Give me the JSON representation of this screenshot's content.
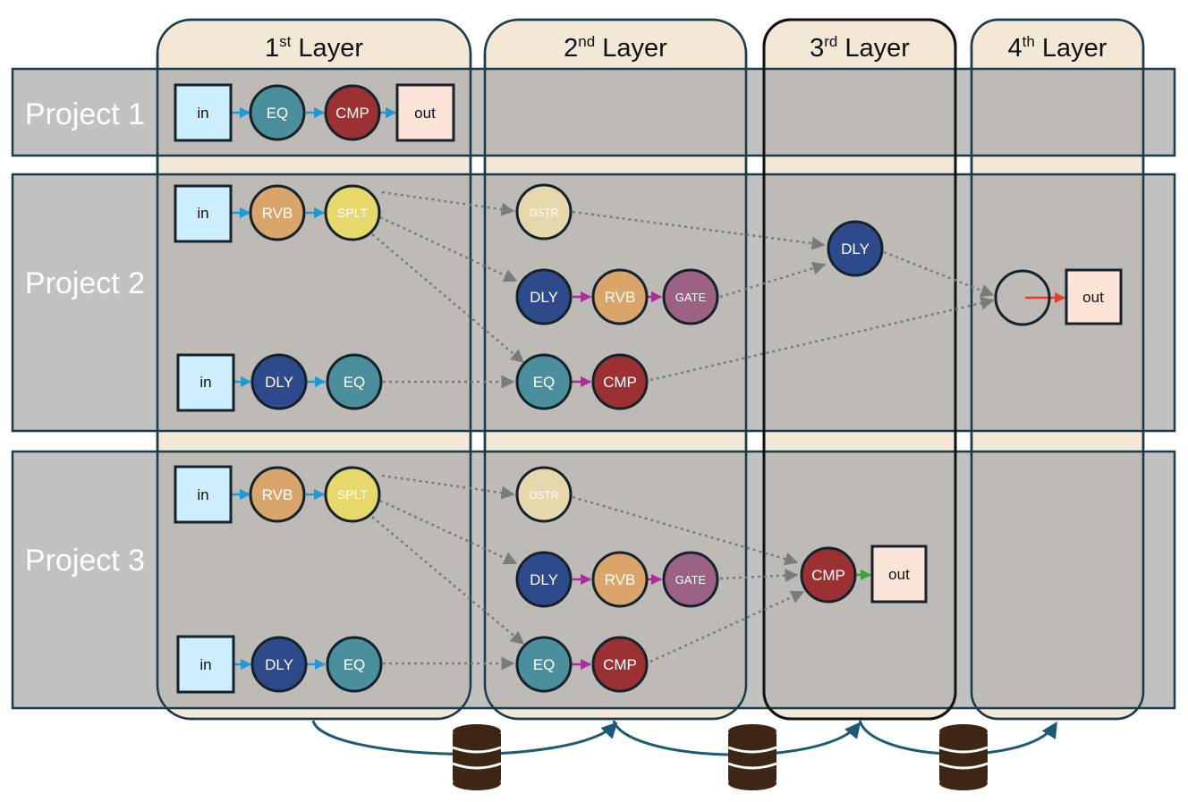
{
  "colors": {
    "band": "#b8b8b8",
    "band_border": "#1b3a4b",
    "layer_fill": "#f3e7d6",
    "layer_border": "#1b3a4b",
    "project_label": "#ffffff",
    "in_fill": "#cdeefc",
    "out_fill": "#fce3d8",
    "eq": "#4a8f9b",
    "cmp": "#9c3134",
    "rvb": "#d9a56b",
    "splt": "#e6d86a",
    "dstr": "#e6d8ad",
    "dly": "#2e4a8a",
    "gate": "#9b6283",
    "blue_arrow": "#1e9bd7",
    "purple_arrow": "#b02aa0",
    "green_arrow": "#3ba33b",
    "red_arrow": "#ee3b22",
    "dotted": "#7a7a7a",
    "db": "#3e2615",
    "db_arrow": "#1a5a78"
  },
  "layers": [
    {
      "base": "1",
      "sup": "st",
      "rest": " Layer"
    },
    {
      "base": "2",
      "sup": "nd",
      "rest": " Layer"
    },
    {
      "base": "3",
      "sup": "rd",
      "rest": " Layer"
    },
    {
      "base": "4",
      "sup": "th",
      "rest": " Layer"
    }
  ],
  "projects": [
    "Project 1",
    "Project 2",
    "Project 3"
  ],
  "labels": {
    "in": "in",
    "out": "out",
    "eq": "EQ",
    "cmp": "CMP",
    "rvb": "RVB",
    "splt": "SPLT",
    "dstr": "DSTR",
    "dly": "DLY",
    "gate": "GATE"
  },
  "icons": [
    "database-icon",
    "database-icon",
    "database-icon"
  ]
}
